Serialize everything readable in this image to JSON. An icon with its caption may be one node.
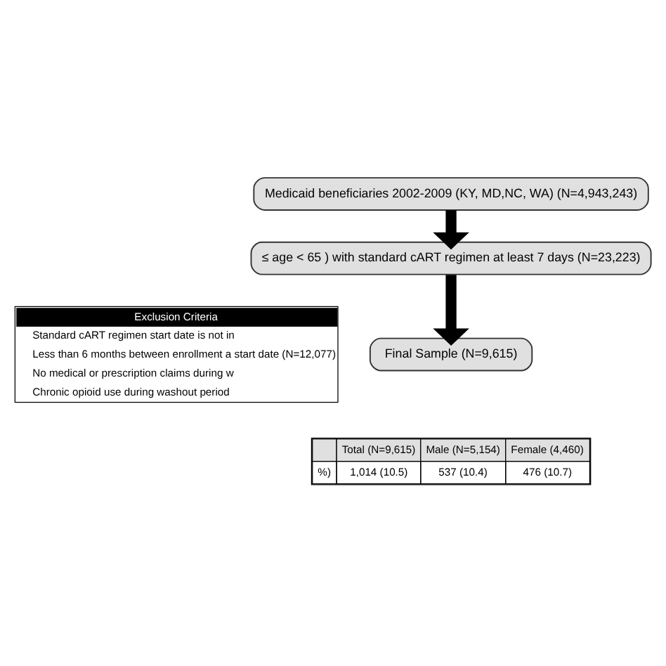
{
  "diagram": {
    "nodes": [
      {
        "text": [
          "Medicaid beneficiaries 2002-2009 (KY, MD,NC, WA) (N=4,943,243)"
        ]
      },
      {
        "text": [
          "≤ age < 65 ) with standard cART regimen at least 7 days (N=23,223)"
        ]
      },
      {
        "text": [
          "Exclusion Criteria",
          "Standard cART regimen start date is not in",
          "Less than 6 months between enrollment a start date (N=12,077)",
          "No medical or prescription claims during w",
          "Chronic opioid use during washout period"
        ]
      },
      {
        "text": [
          "Final Sample (N=9,615)"
        ]
      }
    ],
    "edges": [
      {
        "from": 0,
        "to": 1,
        "arrow": "to"
      },
      {
        "from": 1,
        "to": 3,
        "arrow": "to"
      }
    ],
    "labels": [
      "Total (N=9,615)",
      "Male (N=5,154)",
      "Female (4,460)",
      "%)",
      "1,014 (10.5)",
      "537 (10.4)",
      "476 (10.7)"
    ]
  }
}
